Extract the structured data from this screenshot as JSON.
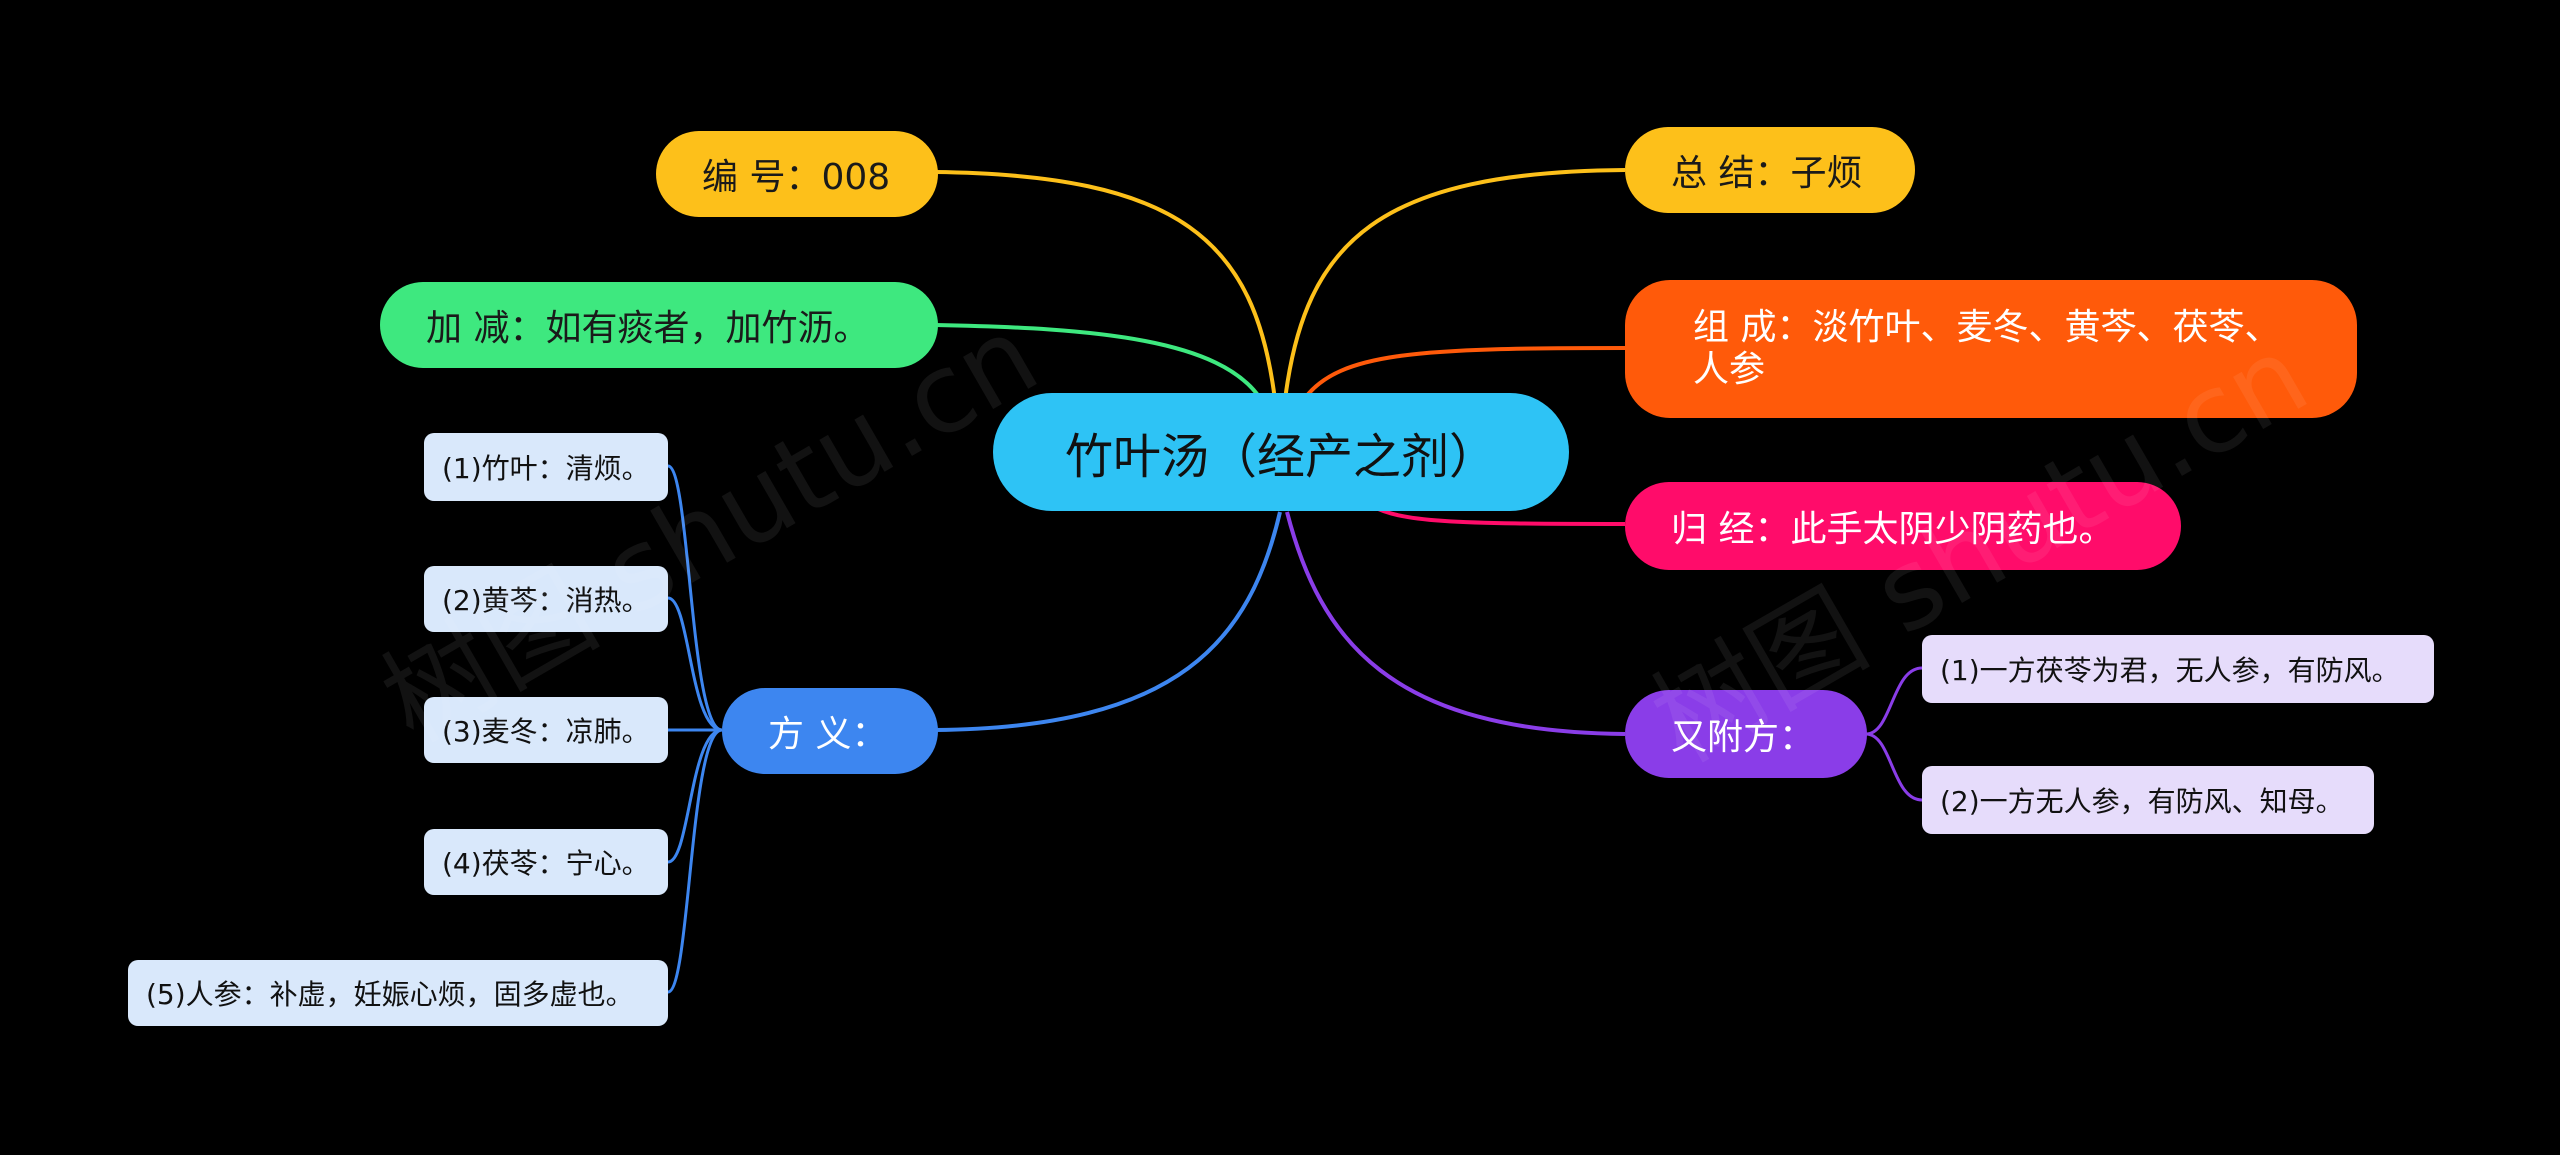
{
  "root": {
    "label": "竹叶汤（经产之剂）"
  },
  "branches": {
    "number": {
      "label": "编 号：008",
      "color": "#fdc01a"
    },
    "summary": {
      "label": "总 结：子烦",
      "color": "#fdc01a"
    },
    "modify": {
      "label": "加 减：如有痰者，加竹沥。",
      "color": "#3ee87f"
    },
    "composition": {
      "label": "组 成：淡竹叶、麦冬、黄芩、茯苓、人参",
      "color": "#ff5a0a"
    },
    "meridian": {
      "label": "归 经：此手太阴少阴药也。",
      "color": "#ff0c6a"
    },
    "meaning": {
      "label": "方 义：",
      "color": "#3d86f0",
      "items": [
        "(1)竹叶：清烦。",
        "(2)黄芩：消热。",
        "(3)麦冬：凉肺。",
        "(4)茯苓：宁心。",
        "(5)人参：补虚，妊娠心烦，固多虚也。"
      ]
    },
    "appended": {
      "label": "又附方：",
      "color": "#8a3de8",
      "items": [
        "(1)一方茯苓为君，无人参，有防风。",
        "(2)一方无人参，有防风、知母。"
      ]
    }
  },
  "watermark": "树图 shutu.cn"
}
